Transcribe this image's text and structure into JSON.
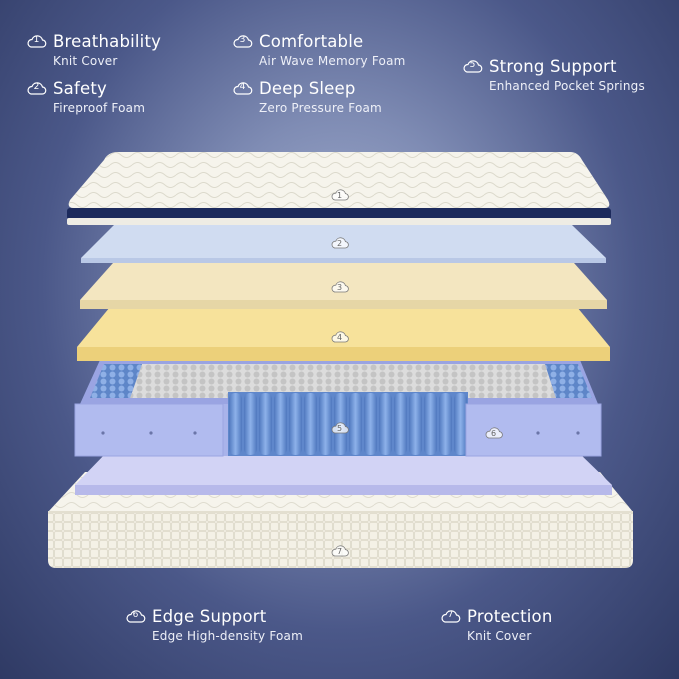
{
  "features": [
    {
      "num": "1",
      "title": "Breathability",
      "sub": "Knit Cover"
    },
    {
      "num": "2",
      "title": "Safety",
      "sub": "Fireproof Foam"
    },
    {
      "num": "3",
      "title": "Comfortable",
      "sub": "Air Wave Memory Foam"
    },
    {
      "num": "4",
      "title": "Deep Sleep",
      "sub": "Zero Pressure Foam"
    },
    {
      "num": "5",
      "title": "Strong Support",
      "sub": "Enhanced Pocket Springs"
    },
    {
      "num": "6",
      "title": "Edge Support",
      "sub": "Edge High-density Foam"
    },
    {
      "num": "7",
      "title": "Protection",
      "sub": "Knit Cover"
    }
  ],
  "layer_badges": [
    "1",
    "2",
    "3",
    "4",
    "5",
    "6",
    "7"
  ],
  "colors": {
    "background": "#4b5889",
    "knit_cover": "#f4f2ea",
    "blue_band": "#1c2a5c",
    "fireproof_foam": "#c8d6ee",
    "memory_foam": "#f1e3bc",
    "zero_pressure_foam": "#f5df93",
    "edge_foam": "#a9b3ea",
    "pocket_springs": "#6f96d6",
    "base_foam": "#c7c9f1"
  }
}
